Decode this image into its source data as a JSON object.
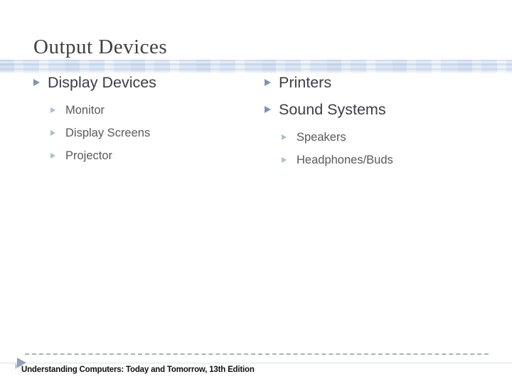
{
  "title": "Output Devices",
  "left_column": {
    "heading": "Display Devices",
    "subitems": [
      "Monitor",
      "Display Screens",
      "Projector"
    ]
  },
  "right_column": {
    "headings": [
      "Printers",
      "Sound Systems"
    ],
    "subitems": [
      "Speakers",
      "Headphones/Buds"
    ]
  },
  "footer": {
    "text": "Understanding Computers: Today and Tomorrow, 13th Edition"
  },
  "colors": {
    "title_text": "#3f3f3f",
    "level1_text": "#3c3c42",
    "level2_text": "#595959",
    "bullet_level1": "#7f93b2",
    "bullet_level2": "#adbcd2",
    "band_base": "#d8e3f1",
    "dashed_line": "#a3b6b8",
    "solid_line": "#dde1e2",
    "footer_arrow": "#8da2bd"
  }
}
